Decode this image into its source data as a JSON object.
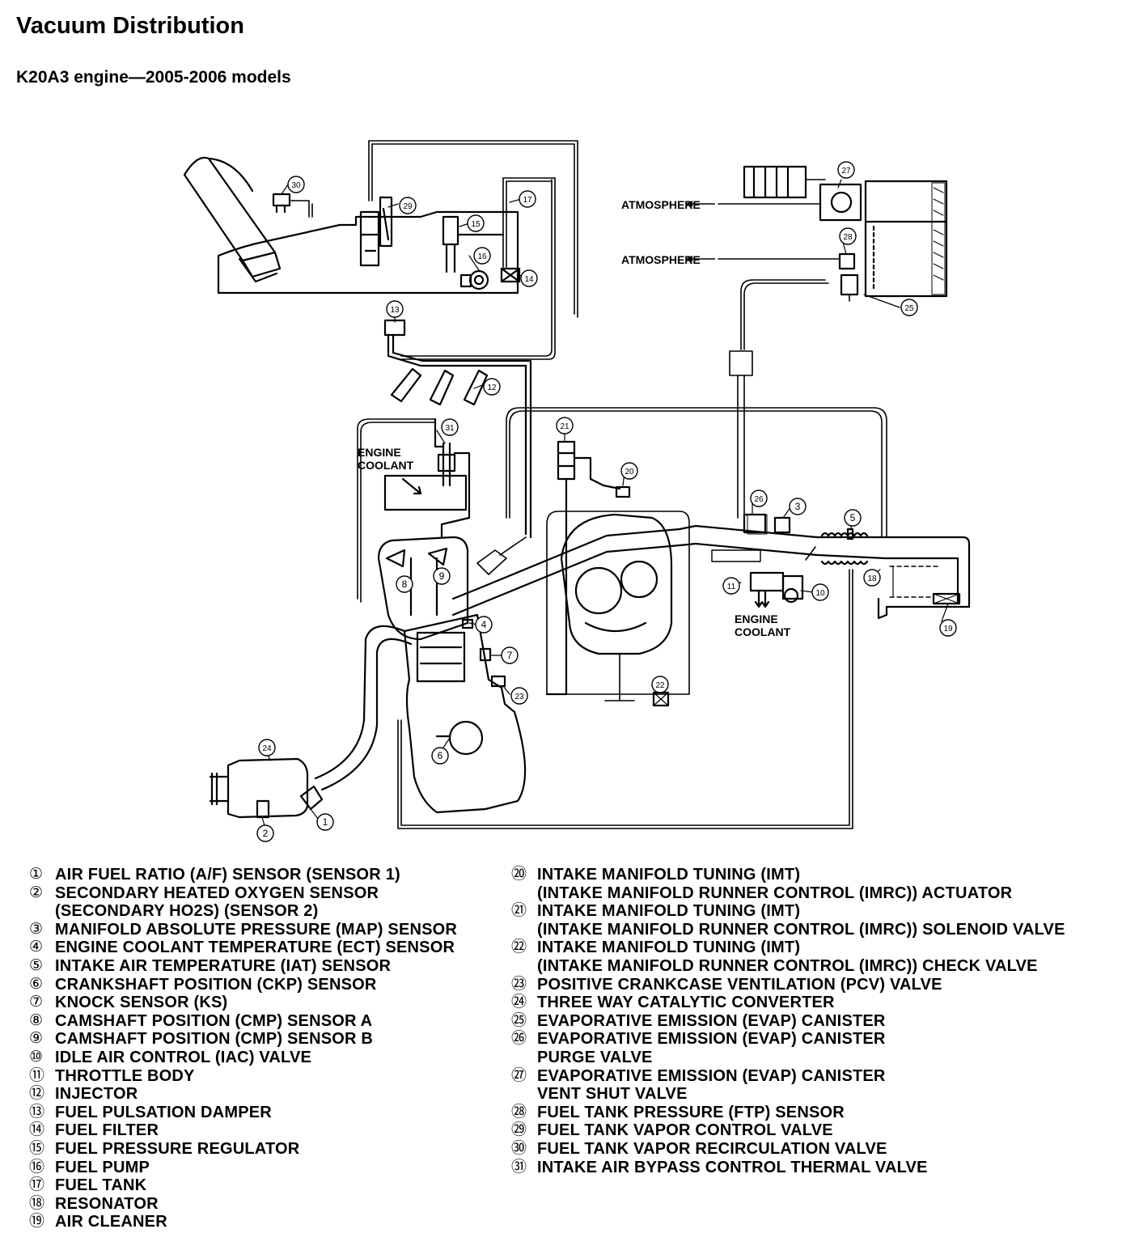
{
  "title": "Vacuum Distribution",
  "subtitle": "K20A3 engine—2005-2006 models",
  "diagram_labels": {
    "atmosphere_1": "ATMOSPHERE",
    "atmosphere_2": "ATMOSPHERE",
    "engine_coolant_1_l1": "ENGINE",
    "engine_coolant_1_l2": "COOLANT",
    "engine_coolant_2_l1": "ENGINE",
    "engine_coolant_2_l2": "COOLANT"
  },
  "callouts": [
    "1",
    "2",
    "3",
    "4",
    "5",
    "6",
    "7",
    "8",
    "9",
    "10",
    "11",
    "12",
    "13",
    "14",
    "15",
    "16",
    "17",
    "18",
    "19",
    "20",
    "21",
    "22",
    "23",
    "24",
    "25",
    "26",
    "27",
    "28",
    "29",
    "30",
    "31"
  ],
  "legend_col1": [
    {
      "num": "①",
      "lines": [
        "AIR FUEL RATIO (A/F) SENSOR (SENSOR 1)"
      ]
    },
    {
      "num": "②",
      "lines": [
        "SECONDARY HEATED OXYGEN SENSOR",
        "(SECONDARY HO2S) (SENSOR 2)"
      ]
    },
    {
      "num": "③",
      "lines": [
        "MANIFOLD ABSOLUTE PRESSURE (MAP) SENSOR"
      ]
    },
    {
      "num": "④",
      "lines": [
        "ENGINE COOLANT TEMPERATURE (ECT) SENSOR"
      ]
    },
    {
      "num": "⑤",
      "lines": [
        "INTAKE AIR TEMPERATURE (IAT) SENSOR"
      ]
    },
    {
      "num": "⑥",
      "lines": [
        "CRANKSHAFT POSITION (CKP) SENSOR"
      ]
    },
    {
      "num": "⑦",
      "lines": [
        "KNOCK SENSOR (KS)"
      ]
    },
    {
      "num": "⑧",
      "lines": [
        "CAMSHAFT POSITION (CMP) SENSOR A"
      ]
    },
    {
      "num": "⑨",
      "lines": [
        "CAMSHAFT POSITION (CMP) SENSOR B"
      ]
    },
    {
      "num": "⑩",
      "lines": [
        "IDLE AIR CONTROL (IAC) VALVE"
      ]
    },
    {
      "num": "⑪",
      "lines": [
        "THROTTLE BODY"
      ]
    },
    {
      "num": "⑫",
      "lines": [
        "INJECTOR"
      ]
    },
    {
      "num": "⑬",
      "lines": [
        "FUEL PULSATION DAMPER"
      ]
    },
    {
      "num": "⑭",
      "lines": [
        "FUEL FILTER"
      ]
    },
    {
      "num": "⑮",
      "lines": [
        "FUEL PRESSURE REGULATOR"
      ]
    },
    {
      "num": "⑯",
      "lines": [
        "FUEL PUMP"
      ]
    },
    {
      "num": "⑰",
      "lines": [
        "FUEL TANK"
      ]
    },
    {
      "num": "⑱",
      "lines": [
        "RESONATOR"
      ]
    },
    {
      "num": "⑲",
      "lines": [
        "AIR CLEANER"
      ]
    }
  ],
  "legend_col2": [
    {
      "num": "⑳",
      "lines": [
        "INTAKE MANIFOLD TUNING (IMT)",
        "(INTAKE MANIFOLD RUNNER CONTROL (IMRC)) ACTUATOR"
      ]
    },
    {
      "num": "㉑",
      "lines": [
        "INTAKE MANIFOLD TUNING (IMT)",
        "(INTAKE MANIFOLD RUNNER CONTROL (IMRC)) SOLENOID VALVE"
      ]
    },
    {
      "num": "㉒",
      "lines": [
        "INTAKE MANIFOLD TUNING (IMT)",
        "(INTAKE MANIFOLD RUNNER CONTROL (IMRC)) CHECK VALVE"
      ]
    },
    {
      "num": "㉓",
      "lines": [
        "POSITIVE CRANKCASE VENTILATION (PCV) VALVE"
      ]
    },
    {
      "num": "㉔",
      "lines": [
        "THREE WAY CATALYTIC CONVERTER"
      ]
    },
    {
      "num": "㉕",
      "lines": [
        "EVAPORATIVE EMISSION (EVAP) CANISTER"
      ]
    },
    {
      "num": "㉖",
      "lines": [
        "EVAPORATIVE EMISSION (EVAP) CANISTER",
        "PURGE VALVE"
      ]
    },
    {
      "num": "㉗",
      "lines": [
        "EVAPORATIVE EMISSION (EVAP) CANISTER",
        "VENT SHUT VALVE"
      ]
    },
    {
      "num": "㉘",
      "lines": [
        "FUEL TANK PRESSURE (FTP) SENSOR"
      ]
    },
    {
      "num": "㉙",
      "lines": [
        "FUEL TANK VAPOR CONTROL VALVE"
      ]
    },
    {
      "num": "㉚",
      "lines": [
        "FUEL TANK VAPOR RECIRCULATION VALVE"
      ]
    },
    {
      "num": "㉛",
      "lines": [
        "INTAKE AIR BYPASS CONTROL THERMAL VALVE"
      ]
    }
  ]
}
